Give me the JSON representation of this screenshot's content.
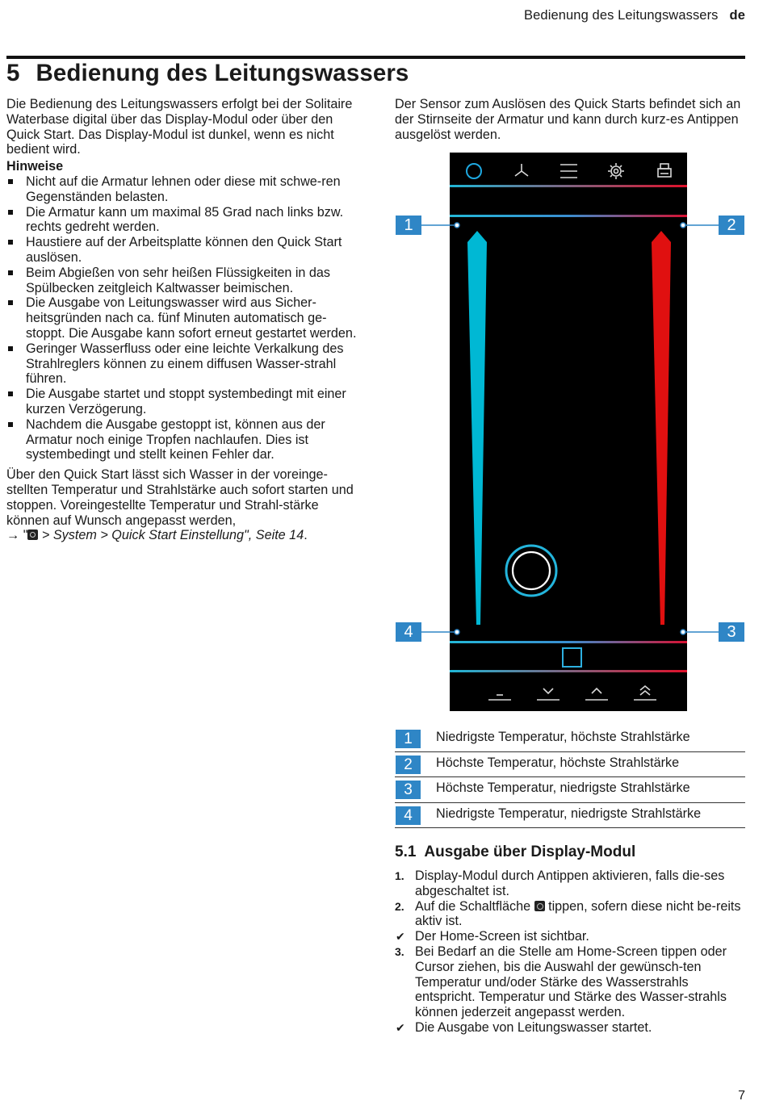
{
  "header": {
    "section": "Bedienung des Leitungswassers",
    "lang": "de"
  },
  "heading": {
    "number": "5",
    "title": "Bedienung des Leitungswassers"
  },
  "left": {
    "intro": "Die Bedienung des Leitungswassers erfolgt bei der Solitaire Waterbase digital über das Display-Modul oder über den Quick Start. Das Display-Modul ist dunkel, wenn es nicht bedient wird.",
    "notes_title": "Hinweise",
    "notes": [
      "Nicht auf die Armatur lehnen oder diese mit schwe-ren Gegenständen belasten.",
      "Die Armatur kann um maximal 85 Grad nach links bzw. rechts gedreht werden.",
      "Haustiere auf der Arbeitsplatte können den Quick Start auslösen.",
      "Beim Abgießen von sehr heißen Flüssigkeiten in das Spülbecken zeitgleich Kaltwasser beimischen.",
      "Die Ausgabe von Leitungswasser wird aus Sicher-heitsgründen nach ca. fünf Minuten automatisch ge-stoppt. Die Ausgabe kann sofort erneut gestartet werden.",
      "Geringer Wasserfluss oder eine leichte Verkalkung des Strahlreglers können zu einem diffusen Wasser-strahl führen.",
      "Die Ausgabe startet und stoppt systembedingt mit einer kurzen Verzögerung.",
      "Nachdem die Ausgabe gestoppt ist, können aus der Armatur noch einige Tropfen nachlaufen. Dies ist systembedingt und stellt keinen Fehler dar."
    ],
    "para2": "Über den Quick Start lässt sich Wasser in der voreinge-stellten Temperatur und Strahlstärke auch sofort starten und stoppen. Voreingestellte Temperatur und Strahl-stärke können auf Wunsch angepasst werden,",
    "link_arrow": "→",
    "link_open": "\"",
    "link_text": " > System > Quick Start Einstellung\", Seite 14",
    "link_end": "."
  },
  "right": {
    "intro": "Der Sensor zum Auslösen des Quick Starts befindet sich an der Stirnseite der Armatur und kann durch kurz-es Antippen ausgelöst werden."
  },
  "device": {
    "top_icons": [
      "home-circle-icon",
      "fan-icon",
      "menu-icon",
      "gear-icon",
      "printer-icon"
    ],
    "bottom_icons": [
      "minus-line-icon",
      "chevron-down-icon",
      "chevron-up-icon",
      "double-chevron-up-icon"
    ],
    "cold_color": "#00b4d8",
    "hot_color": "#e01010",
    "callouts": [
      "1",
      "2",
      "3",
      "4"
    ]
  },
  "legend": [
    {
      "num": "1",
      "text": "Niedrigste Temperatur, höchste Strahlstärke"
    },
    {
      "num": "2",
      "text": "Höchste Temperatur, höchste Strahlstärke"
    },
    {
      "num": "3",
      "text": "Höchste Temperatur, niedrigste Strahlstärke"
    },
    {
      "num": "4",
      "text": "Niedrigste Temperatur, niedrigste Strahlstärke"
    }
  ],
  "subsection": {
    "number": "5.1",
    "title": "Ausgabe über Display-Modul"
  },
  "steps": {
    "s1_mark": "1.",
    "s1": "Display-Modul durch Antippen aktivieren, falls die-ses abgeschaltet ist.",
    "s2_mark": "2.",
    "s2_a": "Auf die Schaltfläche ",
    "s2_b": " tippen, sofern diese nicht be-reits aktiv ist.",
    "r1_mark": "✔",
    "r1": "Der Home-Screen ist sichtbar.",
    "s3_mark": "3.",
    "s3": "Bei Bedarf an die Stelle am Home-Screen tippen oder Cursor ziehen, bis die Auswahl der gewünsch-ten Temperatur und/oder Stärke des Wasserstrahls entspricht. Temperatur und Stärke des Wasser-strahls können jederzeit angepasst werden.",
    "r2_mark": "✔",
    "r2": "Die Ausgabe von Leitungswasser startet."
  },
  "page_number": "7"
}
